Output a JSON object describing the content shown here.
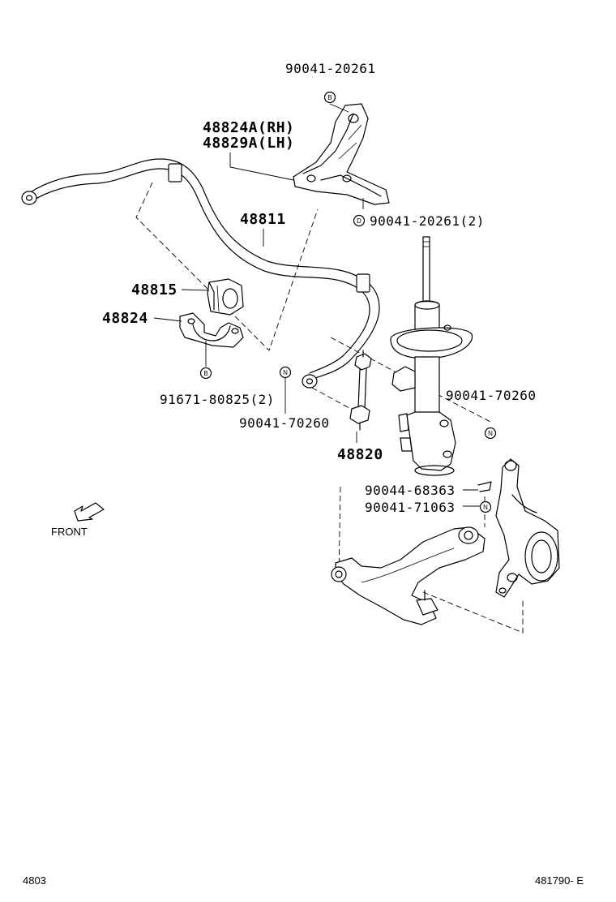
{
  "callouts": {
    "bolt_top": "90041-20261",
    "bracket_rh": "48824A(RH)",
    "bracket_lh": "48829A(LH)",
    "stabilizer_bar": "48811",
    "bracket_bolts": "90041-20261(2)",
    "bushing": "48815",
    "bushing_bracket": "48824",
    "bushing_bolts": "91671-80825(2)",
    "nut_link_lower": "90041-70260",
    "nut_strut": "90041-70260",
    "link": "48820",
    "cotter_pin": "90044-68363",
    "nut_ball_joint": "90041-71063"
  },
  "markers": {
    "b_top": "B",
    "d_bolts": "D",
    "b_bushing": "B",
    "n_link": "N",
    "n_strut": "N",
    "n_ball_joint": "N"
  },
  "front_label": "FRONT",
  "footer": {
    "page_code": "4803",
    "figure_code": "481790- E"
  }
}
